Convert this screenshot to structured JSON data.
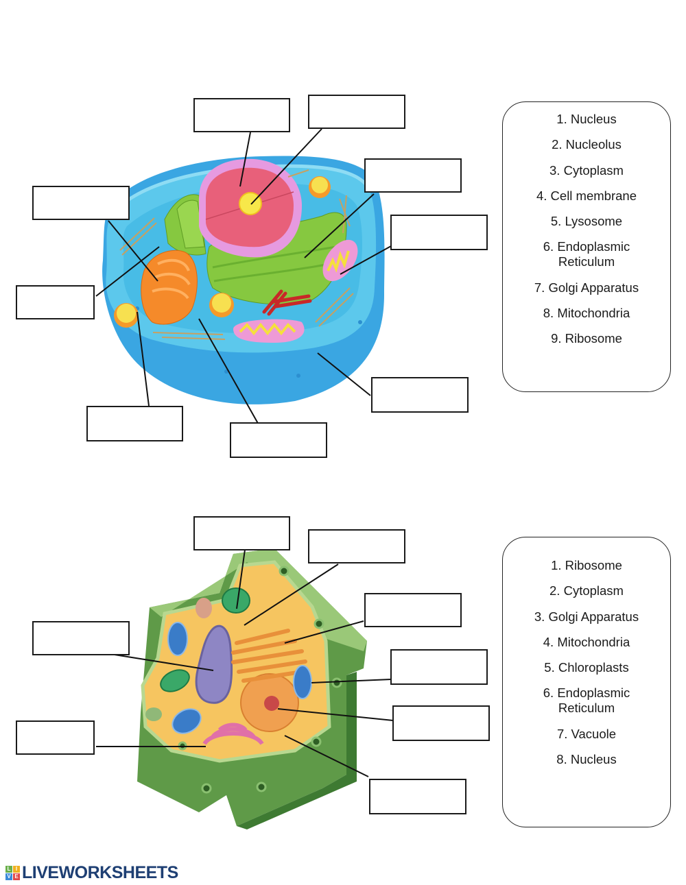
{
  "animal_cell": {
    "word_bank": [
      "1. Nucleus",
      "2. Nucleolus",
      "3. Cytoplasm",
      "4. Cell membrane",
      "5. Lysosome",
      "6. Endoplasmic Reticulum",
      "7. Golgi Apparatus",
      "8. Mitochondria",
      "9. Ribosome"
    ],
    "label_boxes": [
      {
        "id": "a1",
        "value": "",
        "placeholder": ""
      },
      {
        "id": "a2",
        "value": "",
        "placeholder": ""
      },
      {
        "id": "a3",
        "value": "",
        "placeholder": ""
      },
      {
        "id": "a4",
        "value": "",
        "placeholder": ""
      },
      {
        "id": "a5",
        "value": "",
        "placeholder": ""
      },
      {
        "id": "a6",
        "value": "",
        "placeholder": ""
      },
      {
        "id": "a7",
        "value": "",
        "placeholder": ""
      },
      {
        "id": "a8",
        "value": "",
        "placeholder": ""
      },
      {
        "id": "a9",
        "value": "",
        "placeholder": ""
      }
    ]
  },
  "plant_cell": {
    "word_bank": [
      "1. Ribosome",
      "2. Cytoplasm",
      "3. Golgi Apparatus",
      "4. Mitochondria",
      "5. Chloroplasts",
      "6. Endoplasmic Reticulum",
      "7. Vacuole",
      "8. Nucleus"
    ],
    "label_boxes": [
      {
        "id": "p1",
        "value": "",
        "placeholder": ""
      },
      {
        "id": "p2",
        "value": "",
        "placeholder": ""
      },
      {
        "id": "p3",
        "value": "",
        "placeholder": ""
      },
      {
        "id": "p4",
        "value": "",
        "placeholder": ""
      },
      {
        "id": "p5",
        "value": "",
        "placeholder": ""
      },
      {
        "id": "p6",
        "value": "",
        "placeholder": ""
      },
      {
        "id": "p7",
        "value": "",
        "placeholder": ""
      },
      {
        "id": "p8",
        "value": "",
        "placeholder": ""
      }
    ]
  },
  "footer": {
    "logo_letters": [
      "L",
      "I",
      "V",
      "E"
    ],
    "logo_text": "LIVEWORKSHEETS"
  },
  "colors": {
    "animal_cytoplasm": "#5cc8ec",
    "animal_outer": "#3aa6e2",
    "nucleus_envelope": "#e69ae0",
    "nucleus": "#e8607a",
    "nucleolus": "#f7e84a",
    "er": "#86c840",
    "golgi": "#f58a2a",
    "mito_outer": "#ee9ad6",
    "mito_inner": "#f5e03c",
    "lysosome": "#f59a2a",
    "plant_wall": "#5f9a48",
    "plant_cytoplasm": "#f6c560",
    "vacuole": "#8e86c4",
    "plant_mito": "#3a7cc8",
    "chloroplast": "#3aa868",
    "logo_blue": "#1e3f73"
  }
}
